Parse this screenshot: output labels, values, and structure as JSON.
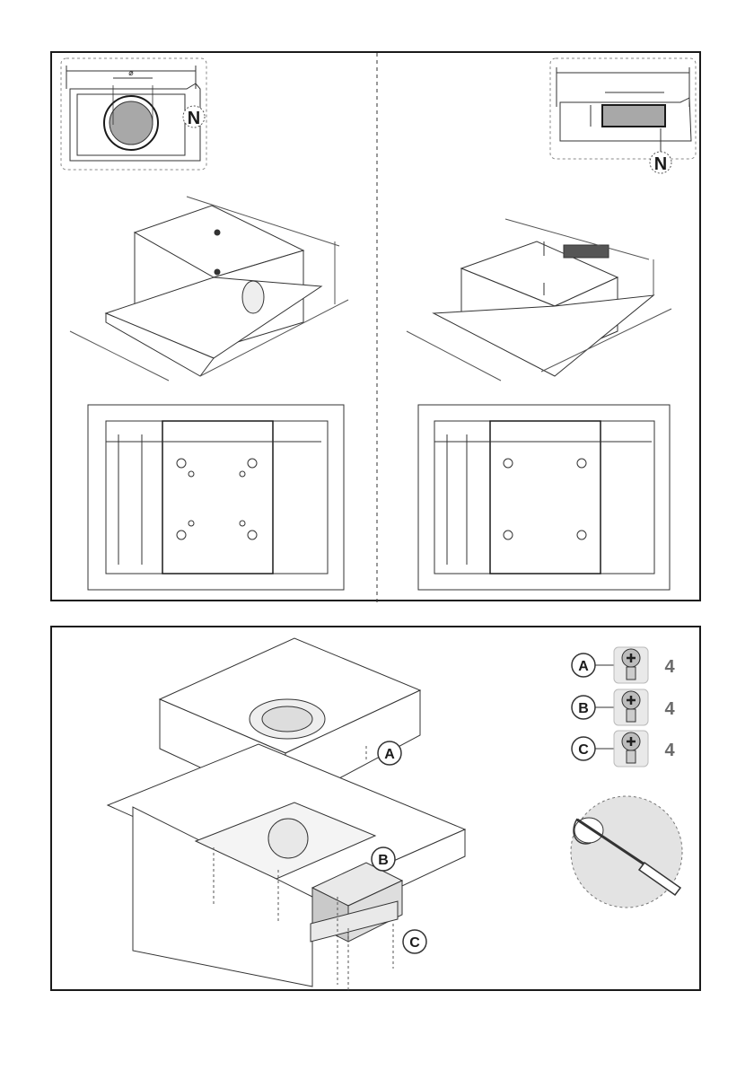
{
  "top_panel": {
    "left_detail": {
      "symbol": "⌀",
      "label": "N"
    },
    "right_detail": {
      "label": "N"
    }
  },
  "bottom_panel": {
    "callouts": {
      "a": "A",
      "b": "B",
      "c": "C"
    },
    "screw_legend": [
      {
        "label": "A",
        "qty": "4"
      },
      {
        "label": "B",
        "qty": "4"
      },
      {
        "label": "C",
        "qty": "4"
      }
    ],
    "tool_icon": "screwdriver-icon",
    "colors": {
      "line": "#1a1a1a",
      "fill_light": "#e9e9e9",
      "fill_mid": "#c9c9c9",
      "qty": "#6b6b6b"
    }
  }
}
